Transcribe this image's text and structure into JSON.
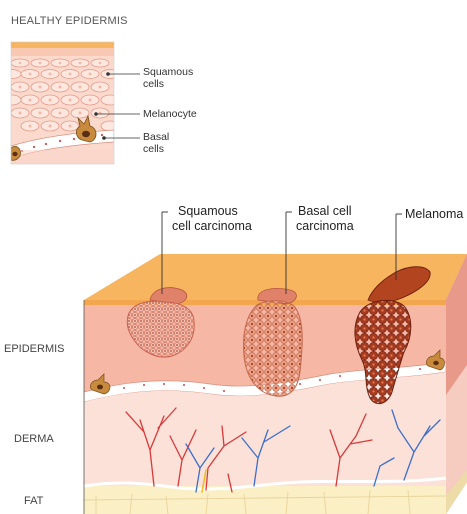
{
  "inset": {
    "title": "HEALTHY EPIDERMIS",
    "labels": {
      "squamous_1": "Squamous",
      "squamous_2": "cells",
      "melanocyte": "Melanocyte",
      "basal_1": "Basal",
      "basal_2": "cells"
    }
  },
  "callouts": {
    "scc_1": "Squamous",
    "scc_2": "cell carcinoma",
    "bcc_1": "Basal cell",
    "bcc_2": "carcinoma",
    "melanoma": "Melanoma"
  },
  "layers": {
    "epidermis": "EPIDERMIS",
    "derma": "DERMA",
    "fat": "FAT"
  },
  "colors": {
    "skin_top": "#f6b55e",
    "epidermis": "#f6b7a4",
    "derma": "#fbe1d8",
    "fat": "#fbefc6",
    "side": "#e8a08f",
    "artery": "#d83a3a",
    "vein": "#3d6fc9",
    "melanoma": "#8e2f1c",
    "bcc": "#e58d6f",
    "scc": "#e79a86"
  }
}
